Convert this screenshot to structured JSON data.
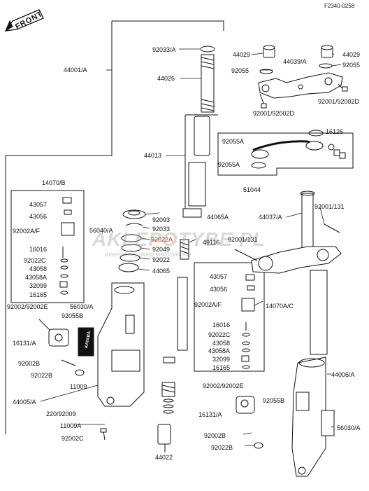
{
  "figure_code": "F2340-0258",
  "front_label": "FRONT",
  "watermark": {
    "main": "AKLEPOTYBE PL",
    "sub": "Internetowy sklep motocyklowy"
  },
  "decal_text": "KAYABA",
  "labels": {
    "l_92033A": "92033/A",
    "l_44029L": "44029",
    "l_44029R": "44029",
    "l_44039A": "44039/A",
    "l_92055L": "92055",
    "l_92055R": "92055",
    "l_44001A": "44001/A",
    "l_44026": "44026",
    "l_92001_92002D_L": "92001/92002D",
    "l_92001_92002D_R": "92001/92002D",
    "l_16126": "16126",
    "l_92055A_1": "92055A",
    "l_92055A_2": "92055A",
    "l_44013": "44013",
    "l_51044": "51044",
    "l_14070B": "14070/B",
    "l_43057_L": "43057",
    "l_43056_L": "43056",
    "l_92002AF_L": "92002A/F",
    "l_16016_L": "16016",
    "l_92022C_L": "92022C",
    "l_43058_L": "43058",
    "l_43058A_L": "43058A",
    "l_32099_L": "32099",
    "l_16165_L": "16165",
    "l_44065A": "44065A",
    "l_92093": "92093",
    "l_92033": "92033",
    "l_92022A": "92022A",
    "l_49116": "49116",
    "l_92049": "92049",
    "l_92022": "92022",
    "l_44065": "44065",
    "l_56040A": "56040/A",
    "l_44037A": "44037/A",
    "l_92001_131_R": "92001/131",
    "l_92001_131_M": "92001/131",
    "l_43057_R": "43057",
    "l_43056_R": "43056",
    "l_92002AF_R": "92002A/F",
    "l_14070AC": "14070A/C",
    "l_16016_R": "16016",
    "l_92022C_R": "92022C",
    "l_43058_R": "43058",
    "l_43058A_R": "43058A",
    "l_32099_R": "32099",
    "l_16165_R": "16165",
    "l_92002_92002E_L": "92002/92002E",
    "l_56030A_L": "56030/A",
    "l_92055B_L": "92055B",
    "l_16131A_L": "16131/A",
    "l_92002B_L": "92002B",
    "l_92022B_L": "92022B",
    "l_11009": "11009",
    "l_44005A": "44005/A",
    "l_220_92009": "220/92009",
    "l_11009A": "11009A",
    "l_92002C": "92002C",
    "l_44022": "44022",
    "l_44006A": "44006/A",
    "l_92002_92002E_R": "92002/92002E",
    "l_16131A_R": "16131/A",
    "l_92055B_R": "92055B",
    "l_92002B_R": "92002B",
    "l_92022B_R": "92022B",
    "l_56030A_R": "56030/A"
  },
  "colors": {
    "line": "#111111",
    "highlight_label": "#e02020",
    "background": "#ffffff"
  }
}
